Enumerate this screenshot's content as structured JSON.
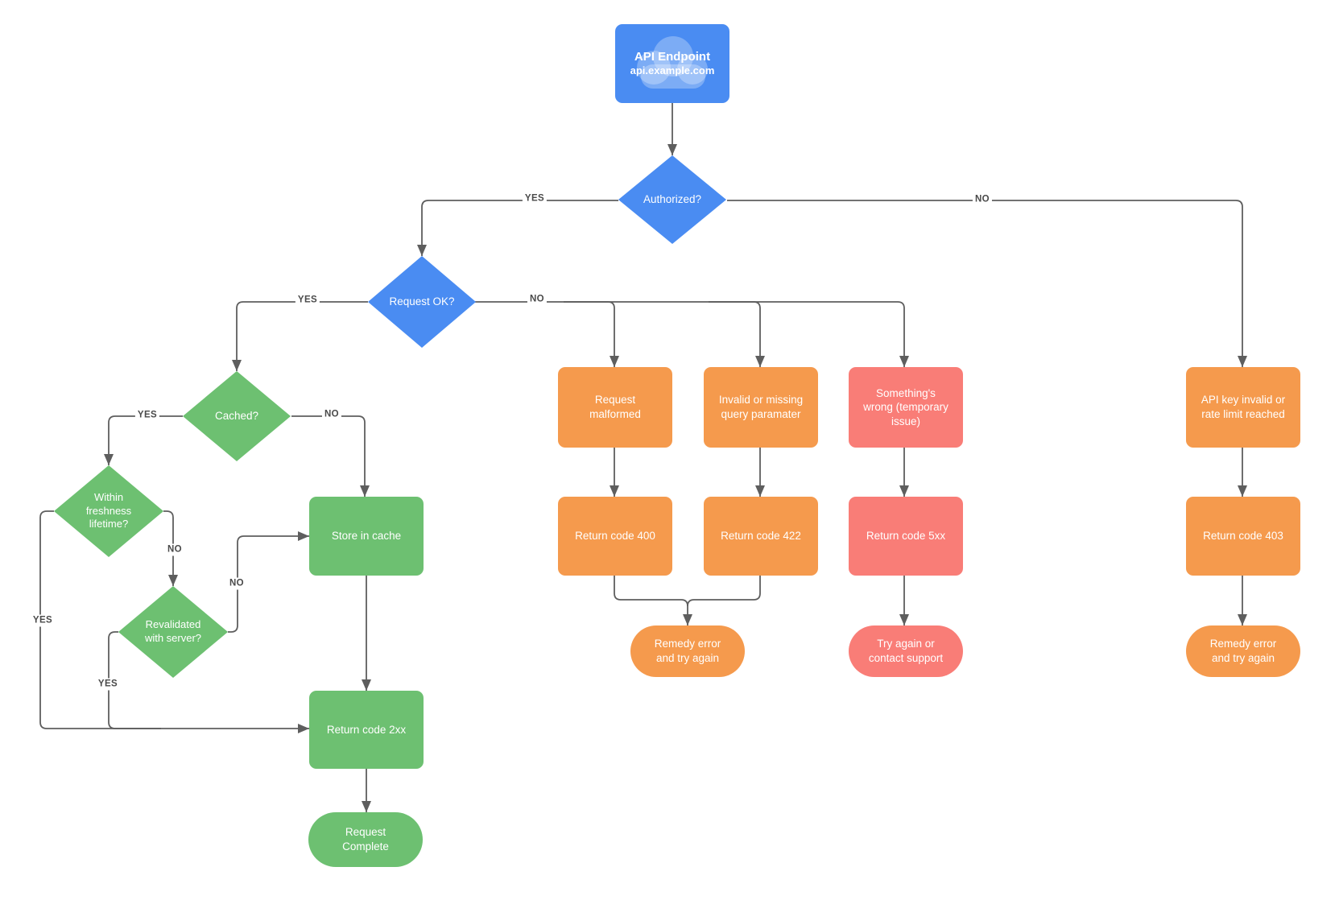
{
  "colors": {
    "node_blue": "#4a8cf2",
    "node_green": "#6dc071",
    "node_orange": "#f59a4d",
    "node_pink": "#f97d77",
    "connector_line": "#5e5e5e",
    "edge_label_text": "#4a4a4a",
    "canvas_background": "#ffffff",
    "cloud_icon": "rgba(255,255,255,0.28)"
  },
  "nodes": [
    {
      "id": "api-endpoint",
      "shape": "rounded-rect",
      "title": "API Endpoint",
      "subtitle": "api.example.com"
    },
    {
      "id": "authorized",
      "shape": "diamond",
      "label": "Authorized?"
    },
    {
      "id": "request-ok",
      "shape": "diamond",
      "label": "Request OK?"
    },
    {
      "id": "cached",
      "shape": "diamond",
      "label": "Cached?"
    },
    {
      "id": "within-freshness-lifetime",
      "shape": "diamond",
      "label": "Within\nfreshness\nlifetime?"
    },
    {
      "id": "revalidated-with-server",
      "shape": "diamond",
      "label": "Revalidated\nwith server?"
    },
    {
      "id": "store-in-cache",
      "shape": "rect",
      "label": "Store in cache"
    },
    {
      "id": "return-code-2xx",
      "shape": "rect",
      "label": "Return code 2xx"
    },
    {
      "id": "request-complete",
      "shape": "stadium",
      "label": "Request\nComplete"
    },
    {
      "id": "request-malformed",
      "shape": "rect",
      "label": "Request\nmalformed"
    },
    {
      "id": "invalid-query-parameter",
      "shape": "rect",
      "label": "Invalid or missing\nquery paramater"
    },
    {
      "id": "somethings-wrong",
      "shape": "rect",
      "label": "Something's\nwrong (temporary\nissue)"
    },
    {
      "id": "return-code-400",
      "shape": "rect",
      "label": "Return code 400"
    },
    {
      "id": "return-code-422",
      "shape": "rect",
      "label": "Return code 422"
    },
    {
      "id": "return-code-5xx",
      "shape": "rect",
      "label": "Return code 5xx"
    },
    {
      "id": "remedy-error-mid",
      "shape": "stadium",
      "label": "Remedy error\nand try again"
    },
    {
      "id": "try-again-support",
      "shape": "stadium",
      "label": "Try again or\ncontact support"
    },
    {
      "id": "api-key-invalid",
      "shape": "rect",
      "label": "API key invalid or\nrate limit reached"
    },
    {
      "id": "return-code-403",
      "shape": "rect",
      "label": "Return code 403"
    },
    {
      "id": "remedy-error-right",
      "shape": "stadium",
      "label": "Remedy error\nand try again"
    }
  ],
  "edge_labels": [
    {
      "text": "YES"
    },
    {
      "text": "NO"
    },
    {
      "text": "YES"
    },
    {
      "text": "NO"
    },
    {
      "text": "YES"
    },
    {
      "text": "NO"
    },
    {
      "text": "NO"
    },
    {
      "text": "YES"
    },
    {
      "text": "NO"
    },
    {
      "text": "YES"
    }
  ]
}
